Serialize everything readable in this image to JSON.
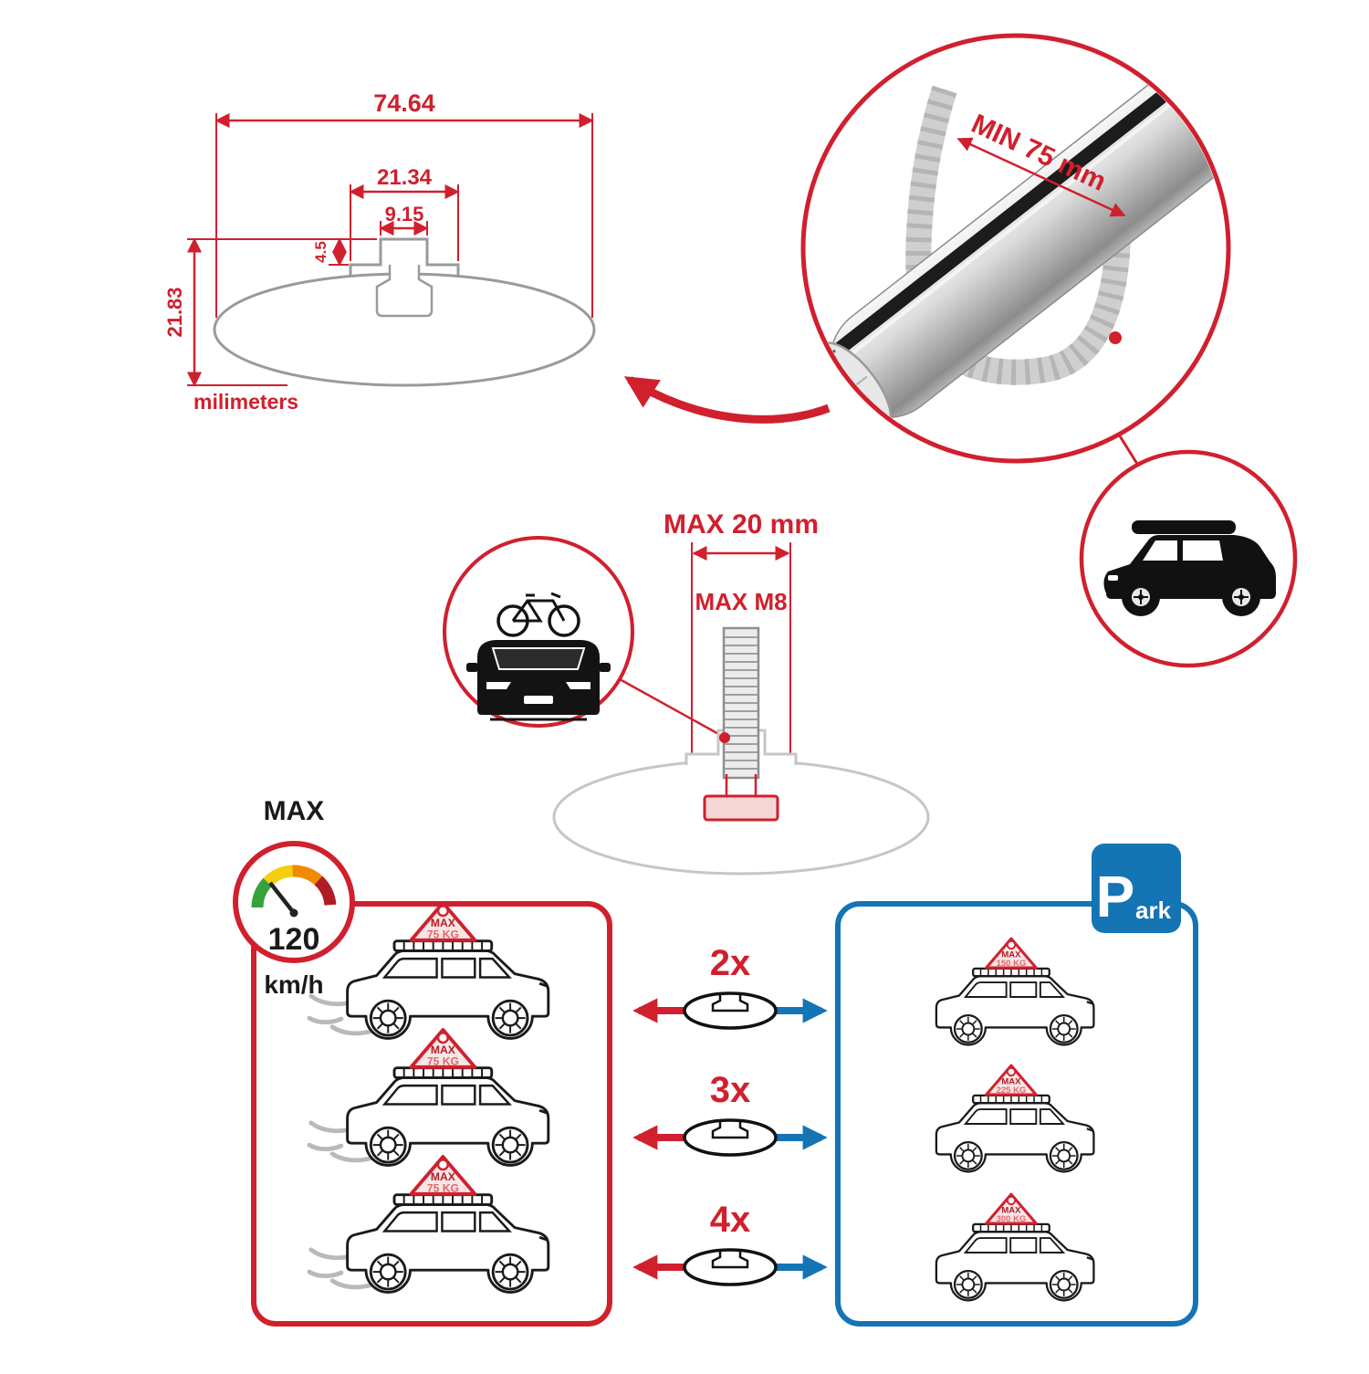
{
  "colors": {
    "accent_red": "#d0202e",
    "accent_blue": "#1474b4",
    "profile_gray": "#9a9a9a"
  },
  "cross_section": {
    "total_width": "74.64",
    "slot_outer_width": "21.34",
    "slot_inner_width": "9.15",
    "lip_height": "4.5",
    "total_height": "21.83",
    "unit_label": "milimeters"
  },
  "crossbar": {
    "min_span_label": "MIN 75 mm"
  },
  "mounting_bolt": {
    "max_length_label": "MAX 20 mm",
    "max_thread_label": "MAX M8"
  },
  "speed_limit": {
    "heading": "MAX",
    "value": "120",
    "unit": "km/h"
  },
  "park_sign": {
    "letter": "P",
    "suffix": "ark"
  },
  "comparison": {
    "rows": [
      {
        "multiplier": "2x",
        "driving": {
          "tag_title": "MAX",
          "tag_load": "75 KG"
        },
        "parked": {
          "tag_title": "MAX",
          "tag_load": "150 KG"
        }
      },
      {
        "multiplier": "3x",
        "driving": {
          "tag_title": "MAX",
          "tag_load": "75 KG"
        },
        "parked": {
          "tag_title": "MAX",
          "tag_load": "225 KG"
        }
      },
      {
        "multiplier": "4x",
        "driving": {
          "tag_title": "MAX",
          "tag_load": "75 KG"
        },
        "parked": {
          "tag_title": "MAX",
          "tag_load": "300 KG"
        }
      }
    ]
  }
}
